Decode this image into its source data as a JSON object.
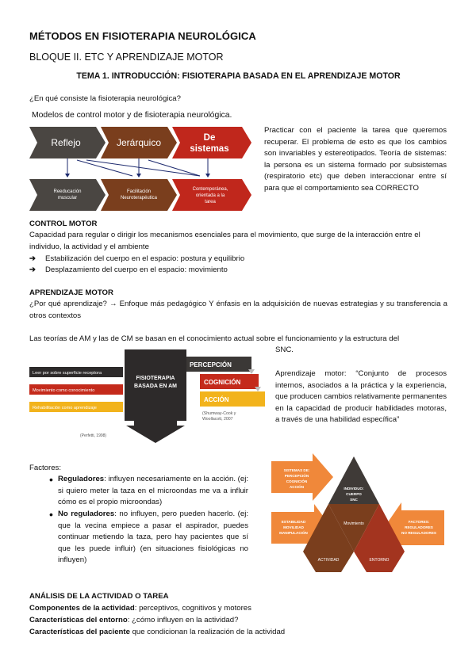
{
  "header": {
    "title": "MÉTODOS EN FISIOTERAPIA NEUROLÓGICA",
    "block": "BLOQUE II. ETC Y APRENDIZAJE MOTOR",
    "topic": "TEMA 1. INTRODUCCIÓN: FISIOTERAPIA BASADA EN EL APRENDIZAJE MOTOR"
  },
  "intro": {
    "question": "¿En qué consiste la fisioterapia neurológica?",
    "paragraph": "Practicar con el paciente la tarea que queremos recuperar. El problema de esto es que los cambios son invariables y estereotipados. Teoría de sistemas: la persona es un sistema formado por subsistemas (respiratorio etc) que deben interaccionar entre sí para que el comportamiento sea CORRECTO"
  },
  "diagram_models": {
    "title": "Modelos de control motor y de fisioterapia neurológica.",
    "top": [
      "Reflejo",
      "Jerárquico",
      "De sistemas"
    ],
    "bottom": [
      "Reeducación muscular",
      "Facilitación Neuroterapéutica",
      "Contemporánea, orientada a la tarea"
    ]
  },
  "control_motor": {
    "heading": "CONTROL MOTOR",
    "body": "Capacidad para regular o dirigir los mecanismos esenciales para el movimiento, que surge de la interacción entre el individuo, la actividad y el ambiente",
    "items": [
      "Estabilización del cuerpo en el espacio: postura y equilibrio",
      "Desplazamiento del cuerpo en el espacio: movimiento"
    ],
    "arrow_glyph": "➔"
  },
  "aprendizaje_motor": {
    "heading": "APRENDIZAJE MOTOR",
    "body": "¿Por qué aprendizaje? → Enfoque más pedagógico Y énfasis en la adquisición de nuevas estrategias y su transferencia a otros contextos",
    "theories": "Las teorías de AM y las de CM se basan en el conocimiento actual sobre el funcionamiento y la estructura del",
    "snc": "SNC.",
    "definition": "Aprendizaje motor: “Conjunto de procesos internos, asociados a la práctica y la experiencia, que producen cambios relativamente permanentes en la capacidad de producir habilidades motoras, a través de una habilidad específica”"
  },
  "diagram_am": {
    "left_items": [
      "Leer por sobre superficie receptora",
      "Movimiento como conocimiento",
      "Rehabilitación como aprendizaje"
    ],
    "center": "FISIOTERAPIA BASADA EN AM",
    "right_items": [
      "PERCEPCIÓN",
      "COGNICIÓN",
      "ACCIÓN"
    ],
    "citation_right": "(Shumway-Cook y Woollacott, 2007",
    "citation_bottom": "(Perfetti, 1998)"
  },
  "factores": {
    "heading": "Factores:",
    "reguladores_label": "Reguladores",
    "reguladores_text": ": influyen necesariamente en la acción. (ej: si quiero meter la taza en el microondas me va a influir cómo es el propio microondas)",
    "no_reguladores_label": "No reguladores",
    "no_reguladores_text": ": no influyen, pero pueden hacerlo. (ej: que la vecina empiece a pasar el aspirador, puedes continuar metiendo la taza, pero hay pacientes que sí que les puede influir) (en situaciones fisiológicas no influyen)",
    "bullet": "•"
  },
  "diagram_factores": {
    "top_arrow": "SISTEMAS DE: PERCEPCIÓN COGNICIÓN ACCIÓN",
    "left_arrow": "ESTABILIDAD MOVILIDAD MANIPULACIÓN",
    "right_arrow": "FACTORES: REGULADORES NO REGULADORES",
    "apex": "INDIVIDUO: CUERPO SNC",
    "center": "Movimiento",
    "bottom_left": "ACTIVIDAD",
    "bottom_right": "ENTORNO",
    "colors": {
      "orange": "#f0883a",
      "brown": "#7a3e1d",
      "dark": "#3f3a37",
      "red": "#a3341f"
    }
  },
  "analisis": {
    "heading": "ANÁLISIS DE LA ACTIVIDAD O TAREA",
    "line1_label": "Componentes de la actividad",
    "line1_text": ": perceptivos, cognitivos y motores",
    "line2_label": "Características del entorno",
    "line2_text": ": ¿cómo influyen en la actividad?",
    "line3_label": "Características del paciente",
    "line3_text": " que condicionan la realización de la actividad"
  }
}
